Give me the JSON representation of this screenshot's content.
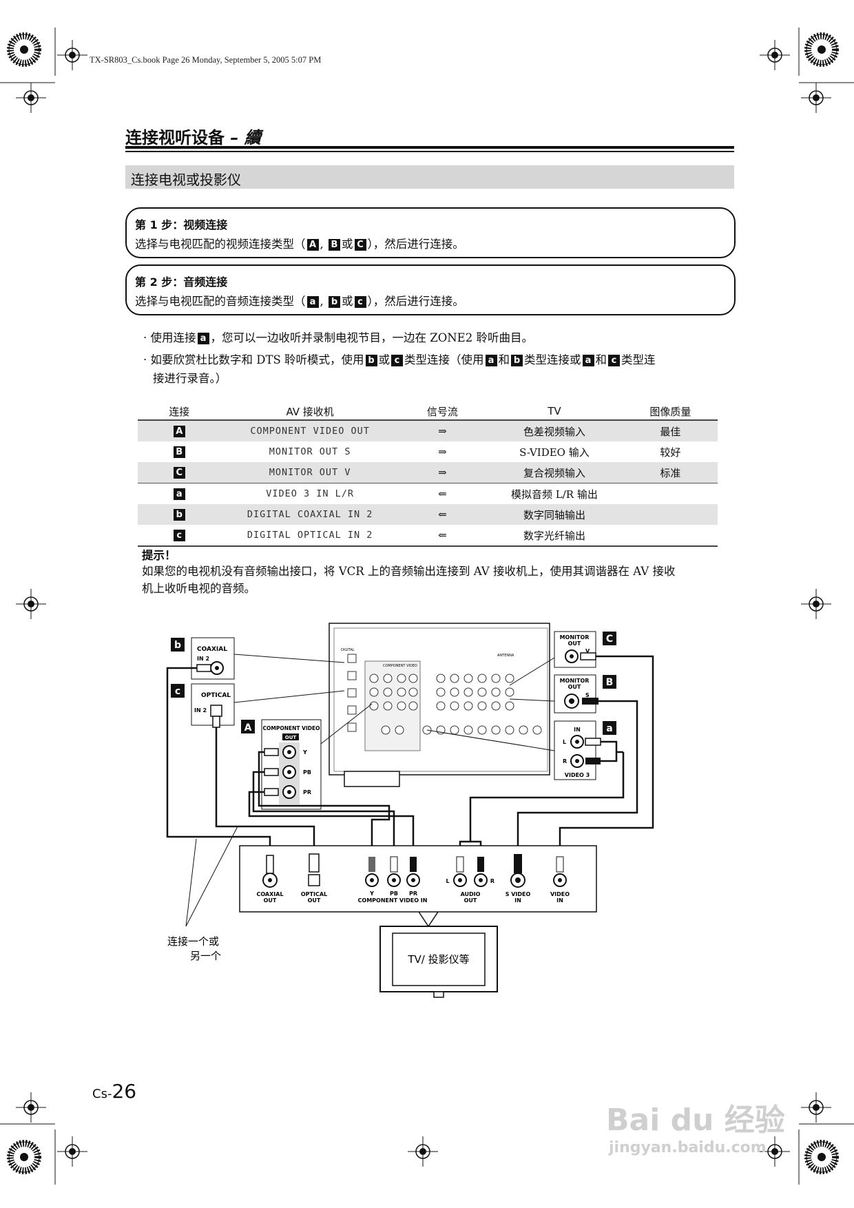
{
  "book_header": "TX-SR803_Cs.book  Page 26  Monday, September 5, 2005   5:07 PM",
  "section_title": "连接视听设备",
  "section_title_suffix": " – 續",
  "sub_heading": "连接电视或投影仪",
  "step1": {
    "title": "第 1 步：视频连接",
    "text_pre": "选择与电视匹配的视频连接类型（",
    "box1": "A",
    "sep1": ",",
    "box2": "B",
    "mid": "或",
    "box3": "C",
    "text_post": "），然后进行连接。"
  },
  "step2": {
    "title": "第 2 步：音频连接",
    "text_pre": "选择与电视匹配的音频连接类型（",
    "box1": "a",
    "sep1": ",",
    "box2": "b",
    "mid": "或",
    "box3": "c",
    "text_post": "），然后进行连接。"
  },
  "notes": {
    "n1_pre": "· 使用连接",
    "n1_box": "a",
    "n1_post": "，您可以一边收听并录制电视节目，一边在 ZONE2 聆听曲目。",
    "n2_a": "· 如要欣赏杜比数字和 DTS 聆听模式，使用",
    "n2_b1": "b",
    "n2_or": "或",
    "n2_c1": "c",
    "n2_b": "类型连接（使用",
    "n2_a2": "a",
    "n2_and1": "和",
    "n2_b2": "b",
    "n2_c": "类型连接或",
    "n2_a3": "a",
    "n2_and2": "和",
    "n2_c2": "c",
    "n2_d": "类型连",
    "n2_line2": "接进行录音。）"
  },
  "table": {
    "headers": [
      "连接",
      "AV 接收机",
      "信号流",
      "TV",
      "图像质量"
    ],
    "rows": [
      {
        "conn": "A",
        "av": "COMPONENT VIDEO OUT",
        "flow": "⇒",
        "tv": "色差视频输入",
        "quality": "最佳"
      },
      {
        "conn": "B",
        "av": "MONITOR OUT S",
        "flow": "⇒",
        "tv": "S-VIDEO 输入",
        "quality": "较好"
      },
      {
        "conn": "C",
        "av": "MONITOR OUT V",
        "flow": "⇒",
        "tv": "复合视频输入",
        "quality": "标准"
      },
      {
        "conn": "a",
        "av": "VIDEO 3 IN L/R",
        "flow": "⇐",
        "tv": "模拟音频 L/R 输出",
        "quality": ""
      },
      {
        "conn": "b",
        "av": "DIGITAL COAXIAL IN 2",
        "flow": "⇐",
        "tv": "数字同轴输出",
        "quality": ""
      },
      {
        "conn": "c",
        "av": "DIGITAL OPTICAL IN 2",
        "flow": "⇐",
        "tv": "数字光纤输出",
        "quality": ""
      }
    ]
  },
  "hint": {
    "title": "提示！",
    "line1": "如果您的电视机没有音频输出接口，将 VCR 上的音频输出连接到 AV 接收机上，使用其调谐器在 AV 接收",
    "line2": "机上收听电视的音频。"
  },
  "diagram": {
    "coaxial_label": "COAXIAL",
    "coaxial_in": "IN 2",
    "optical_label": "OPTICAL",
    "optical_in": "IN 2",
    "component_video": "COMPONENT VIDEO",
    "out_badge": "OUT",
    "y": "Y",
    "pb": "PB",
    "pr": "PR",
    "monitor_out": "MONITOR",
    "monitor_out2": "OUT",
    "v": "V",
    "s": "S",
    "in_label": "IN",
    "l": "L",
    "r": "R",
    "video3": "VIDEO 3",
    "label_a_upper": "A",
    "label_b_upper": "B",
    "label_c_upper": "C",
    "label_a": "a",
    "label_b": "b",
    "label_c": "c",
    "tv_coax_out": "COAXIAL",
    "tv_coax_out2": "OUT",
    "tv_opt_out": "OPTICAL",
    "tv_opt_out2": "OUT",
    "tv_y": "Y",
    "tv_pb": "PB",
    "tv_pr": "PR",
    "tv_component": "COMPONENT VIDEO IN",
    "tv_l": "L",
    "tv_r": "R",
    "tv_audio": "AUDIO",
    "tv_audio2": "OUT",
    "tv_svideo": "S VIDEO",
    "tv_svideo2": "IN",
    "tv_video": "VIDEO",
    "tv_video2": "IN",
    "tv_box": "TV/ 投影仪等",
    "connect_one_1": "连接一个或",
    "connect_one_2": "另一个",
    "receiver_component": "COMPONENT VIDEO",
    "receiver_digital": "DIGITAL",
    "receiver_antenna": "ANTENNA"
  },
  "page_prefix": "Cs-",
  "page_number": "26",
  "watermark": "Bai du 经验",
  "watermark_url": "jingyan.baidu.com"
}
